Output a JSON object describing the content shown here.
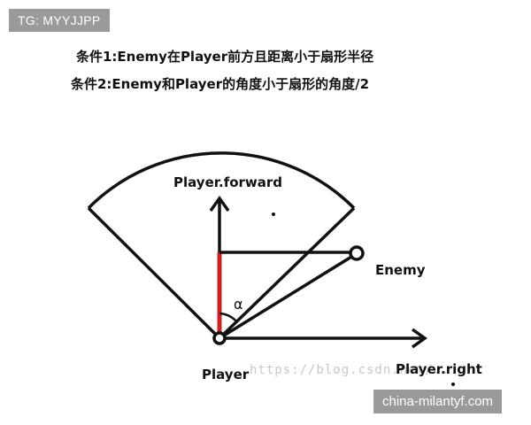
{
  "tag": "TG: MYYJJPP",
  "conditions": {
    "c1": "条件1:Enemy在Player前方且距离小于扇形半径",
    "c2": "条件2:Enemy和Player的角度小于扇形的角度/2"
  },
  "labels": {
    "forward": "Player.forward",
    "enemy": "Enemy",
    "player": "Player",
    "right": "Player.right",
    "alpha": "α"
  },
  "watermark": "https://blog.csdn.net/...",
  "site": "china-milantyf.com",
  "colors": {
    "stroke": "#111111",
    "highlight": "#cc2222",
    "tag_bg": "#9a9a9a"
  }
}
